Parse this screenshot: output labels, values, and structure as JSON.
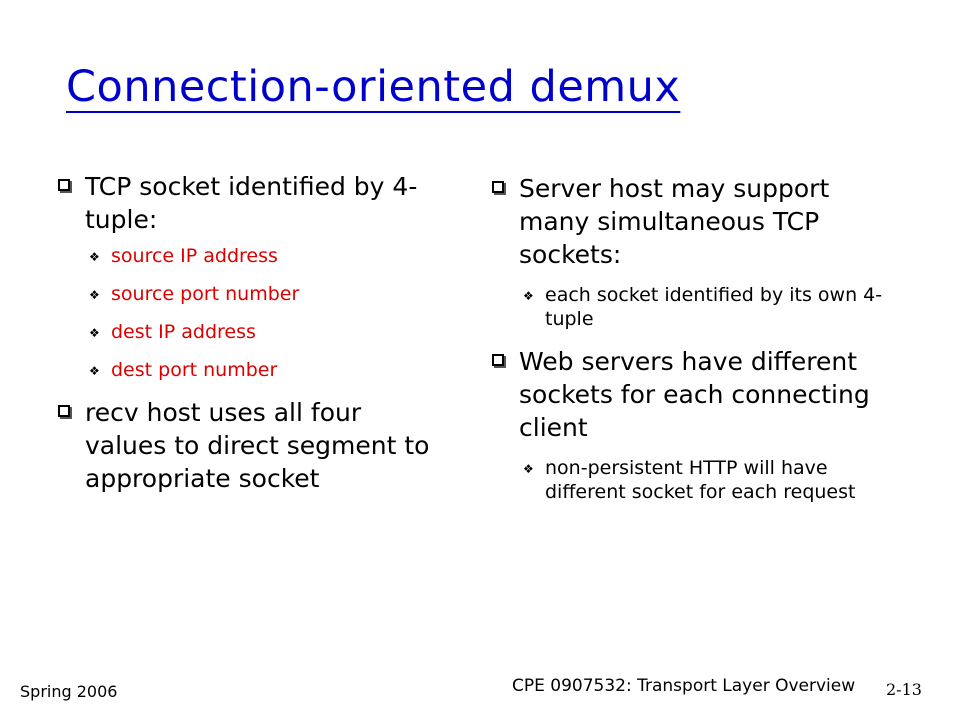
{
  "slide": {
    "title": "Connection-oriented demux",
    "title_color": "#0000cc",
    "accent_red": "#dd0000"
  },
  "left_column": {
    "bullet1": "TCP socket identified by 4-tuple:",
    "sub_items": [
      "source IP address",
      "source port number",
      "dest IP address",
      "dest port number"
    ],
    "bullet2": "recv host uses all four values to direct segment to appropriate socket"
  },
  "right_column": {
    "bullet1": "Server host may support many simultaneous TCP sockets:",
    "bullet1_sub": "each socket identified by its own 4-tuple",
    "bullet2": "Web servers have different sockets for each connecting client",
    "bullet2_sub": "non-persistent HTTP will have different socket for each request"
  },
  "footer": {
    "date": "Spring 2006",
    "course": "CPE 0907532: Transport Layer Overview",
    "page": "2-13"
  },
  "icons": {
    "square_bullet": "square-bullet-icon",
    "diamond_bullet": "diamond-bullet-icon"
  }
}
